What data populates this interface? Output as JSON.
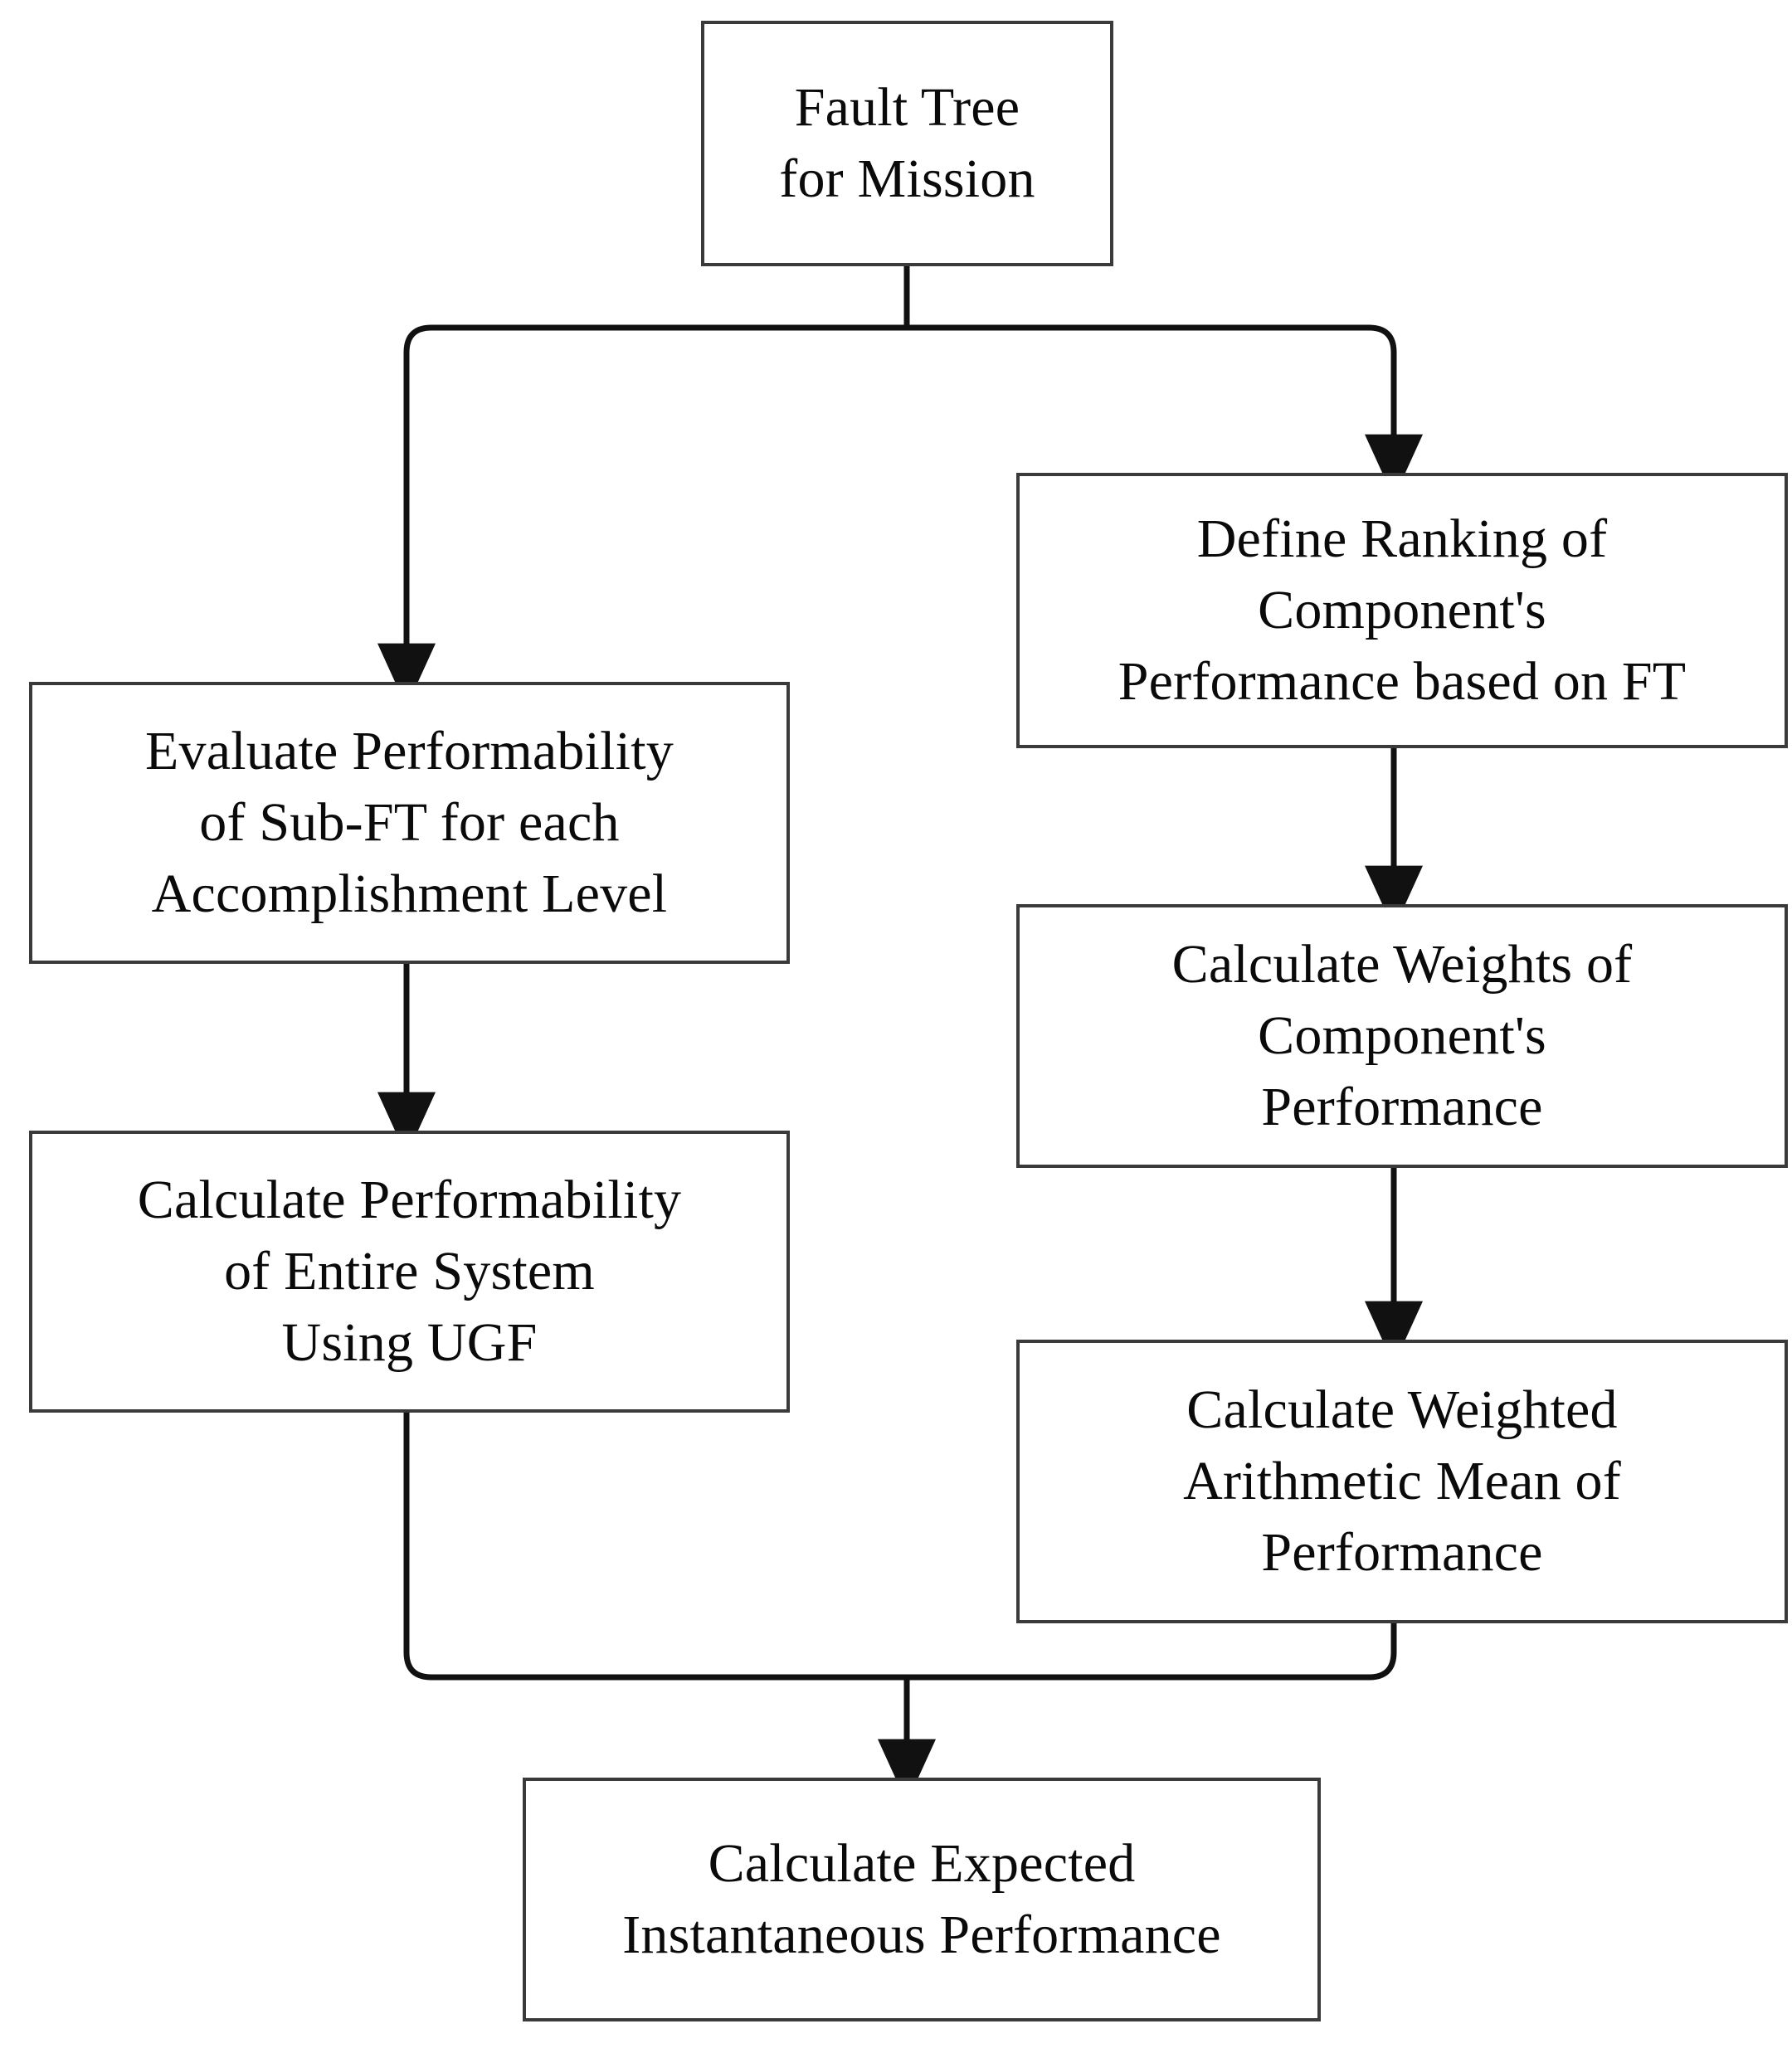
{
  "diagram": {
    "title_box": {
      "label": "Fault Tree\nfor Mission"
    },
    "left_branch": [
      {
        "label": "Evaluate Performability\nof Sub-FT for each\nAccomplishment Level"
      },
      {
        "label": "Calculate Performability\nof Entire System\nUsing UGF"
      }
    ],
    "right_branch": [
      {
        "label": "Define Ranking of\nComponent's\nPerformance based on FT"
      },
      {
        "label": "Calculate Weights of\nComponent's\nPerformance"
      },
      {
        "label": "Calculate Weighted\nArithmetic Mean of\nPerformance"
      }
    ],
    "merge_box": {
      "label": "Calculate Expected\nInstantaneous Performance"
    },
    "colors": {
      "box_border": "#3a3a3a",
      "box_fill": "#ffffff",
      "connector": "#111111",
      "text": "#0a0a0a",
      "background": "#ffffff"
    },
    "connectors": [
      {
        "from": "fault-tree-for-mission",
        "to": "evaluate-performability",
        "kind": "elbow-left"
      },
      {
        "from": "fault-tree-for-mission",
        "to": "define-ranking",
        "kind": "elbow-right"
      },
      {
        "from": "evaluate-performability",
        "to": "calculate-performability",
        "kind": "straight-down"
      },
      {
        "from": "define-ranking",
        "to": "calculate-weights",
        "kind": "straight-down"
      },
      {
        "from": "calculate-weights",
        "to": "calculate-weighted-mean",
        "kind": "straight-down"
      },
      {
        "from": "calculate-performability",
        "to": "calculate-expected-performance",
        "kind": "elbow-merge-left"
      },
      {
        "from": "calculate-weighted-mean",
        "to": "calculate-expected-performance",
        "kind": "elbow-merge-right"
      }
    ]
  }
}
